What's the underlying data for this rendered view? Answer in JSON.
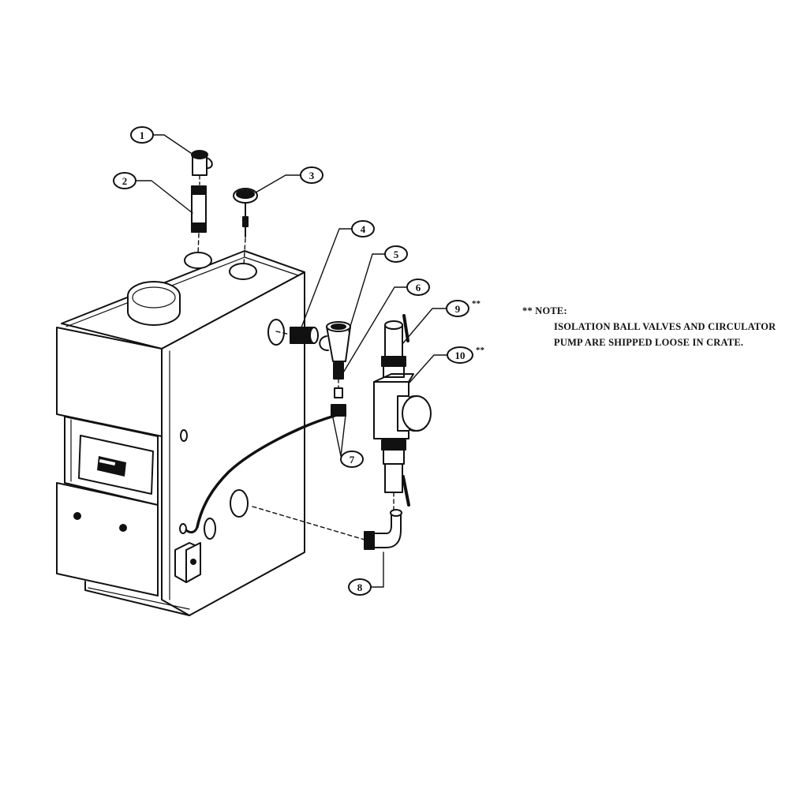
{
  "callouts": [
    {
      "label": "1"
    },
    {
      "label": "2"
    },
    {
      "label": "3"
    },
    {
      "label": "4"
    },
    {
      "label": "5"
    },
    {
      "label": "6"
    },
    {
      "label": "7"
    },
    {
      "label": "8"
    },
    {
      "label": "9"
    },
    {
      "label": "10"
    }
  ],
  "loose_marker": "**",
  "note": {
    "heading": "** NOTE:",
    "lines": [
      "ISOLATION BALL VALVES AND CIRCULATOR",
      "PUMP ARE SHIPPED LOOSE IN CRATE."
    ]
  },
  "colors": {
    "ink": "#111111",
    "paper": "#ffffff"
  }
}
